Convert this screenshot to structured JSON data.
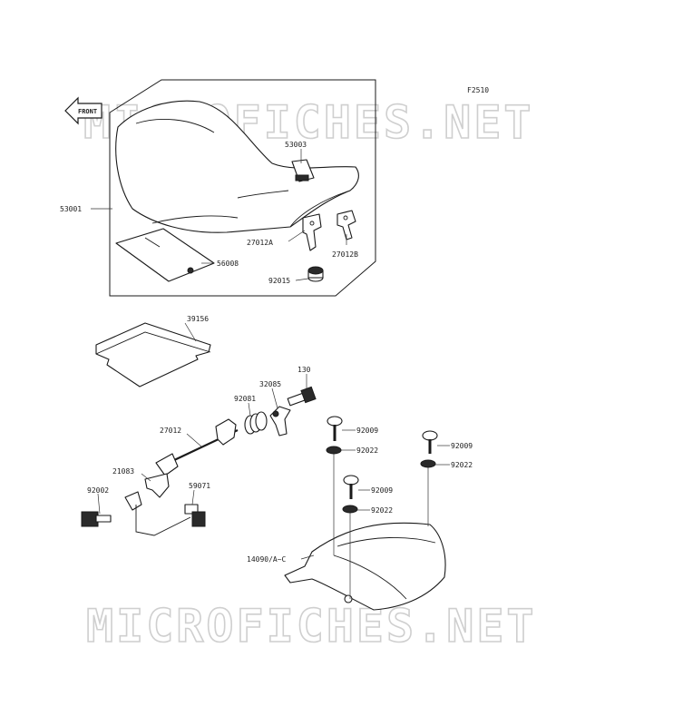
{
  "figure_code": "F2510",
  "watermark": "MICROFICHES.NET",
  "front_label": "FRONT",
  "callouts": {
    "p53001": "53001",
    "p53003": "53003",
    "p27012A": "27012A",
    "p27012B": "27012B",
    "p56008": "56008",
    "p92015": "92015",
    "p39156": "39156",
    "p130": "130",
    "p32085": "32085",
    "p92081": "92081",
    "p27012": "27012",
    "p21083": "21083",
    "p92002": "92002",
    "p59071": "59071",
    "p92009a": "92009",
    "p92022a": "92022",
    "p92009b": "92009",
    "p92022b": "92022",
    "p92009c": "92009",
    "p92022c": "92022",
    "p14090": "14090/A~C"
  }
}
